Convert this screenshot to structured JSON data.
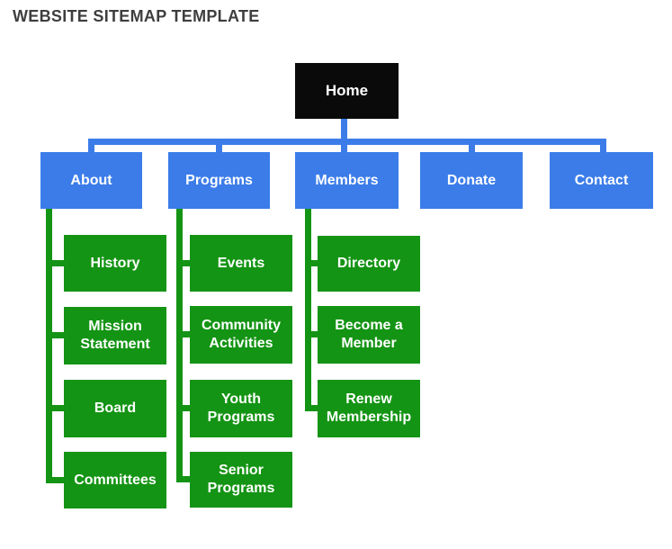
{
  "title": "WEBSITE SITEMAP TEMPLATE",
  "colors": {
    "title_color": "#3e3e3e",
    "home_bg": "#0a0a0a",
    "level1_bg": "#3b7ce9",
    "level2_bg": "#149414",
    "label_color": "#ffffff"
  },
  "sitemap": {
    "root": {
      "label": "Home"
    },
    "sections": [
      {
        "label": "About",
        "children": [
          "History",
          "Mission Statement",
          "Board",
          "Committees"
        ]
      },
      {
        "label": "Programs",
        "children": [
          "Events",
          "Community Activities",
          "Youth Programs",
          "Senior Programs"
        ]
      },
      {
        "label": "Members",
        "children": [
          "Directory",
          "Become a Member",
          "Renew Membership"
        ]
      },
      {
        "label": "Donate",
        "children": []
      },
      {
        "label": "Contact",
        "children": []
      }
    ]
  }
}
